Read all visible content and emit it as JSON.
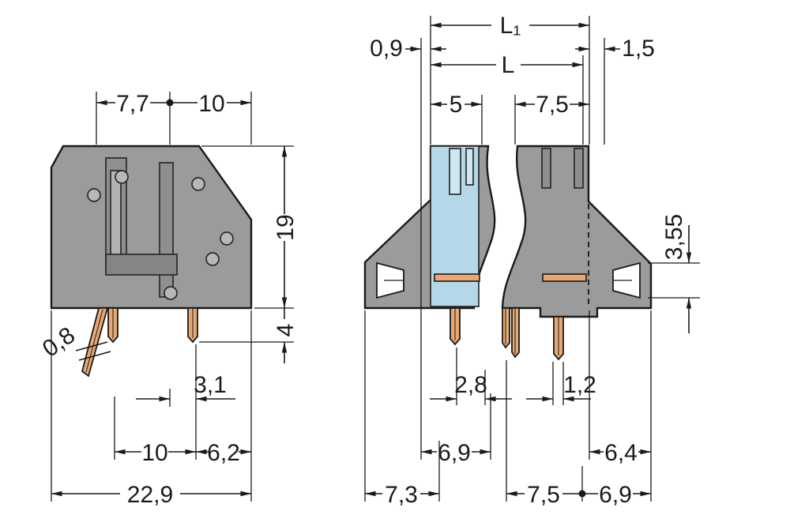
{
  "colors": {
    "body": "#9b9b9b",
    "body_shade": "#8f8f8f",
    "slot_light": "#b3b3b3",
    "band_dark": "#858585",
    "highlight": "#b5d8e8",
    "slot_blue": "#cfe7f2",
    "contact": "#e8a873",
    "line": "#1a1a1a",
    "background": "#ffffff"
  },
  "left_view": {
    "top_width_1": "7,7",
    "top_width_2": "10",
    "body_height": "19",
    "pin_length": "4",
    "pin_thickness": "0,8",
    "pin_offset": "3,1",
    "pin_pitch": "10",
    "edge_offset": "6,2",
    "total_depth": "22,9"
  },
  "right_view": {
    "total_length": "L₁",
    "pole_length": "L",
    "left_margin": "0,9",
    "right_margin": "1,5",
    "pole_width": "5",
    "pole_pitch": "7,5",
    "entry_height": "3,55",
    "pin_offset_bottom": "2,8",
    "pin_width": "1,2",
    "dim_mid_left": "6,9",
    "dim_mid_right": "6,4",
    "dim_bottom_left": "7,3",
    "dim_bottom_mid": "7,5",
    "dim_bottom_right": "6,9"
  }
}
